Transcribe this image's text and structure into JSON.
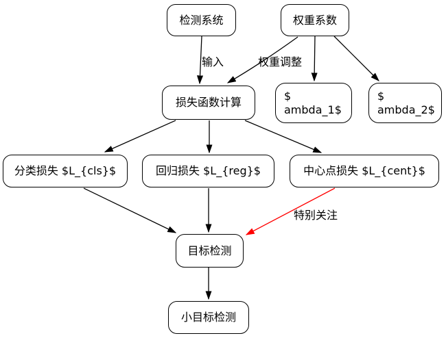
{
  "diagram": {
    "colors": {
      "background": "#ffffff",
      "node_border": "#000000",
      "edge": "#000000",
      "highlight_edge": "#ff0000",
      "text": "#000000"
    },
    "nodes": {
      "detection_system": {
        "label": "检测系统"
      },
      "weight_coefficient": {
        "label": "权重系数"
      },
      "loss_function_calc": {
        "label": "损失函数计算"
      },
      "lambda_1": {
        "label": "$\nambda_1$"
      },
      "lambda_2": {
        "label": "$\nambda_2$"
      },
      "classification_loss": {
        "label": "分类损失 $L_{cls}$"
      },
      "regression_loss": {
        "label": "回归损失 $L_{reg}$"
      },
      "center_point_loss": {
        "label": "中心点损失 $L_{cent}$"
      },
      "object_detection": {
        "label": "目标检测"
      },
      "small_object_detection": {
        "label": "小目标检测"
      }
    },
    "edge_labels": {
      "input": "输入",
      "weight_adjust": "权重调整",
      "special_focus": "特别关注"
    }
  }
}
